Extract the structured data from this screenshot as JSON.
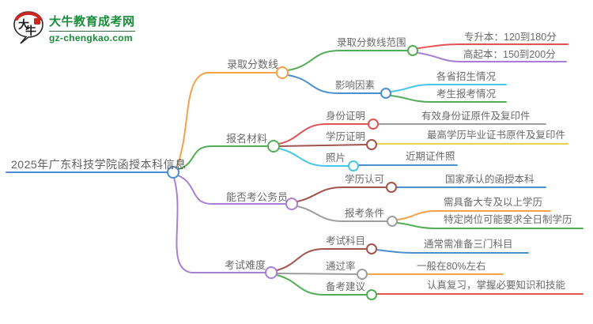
{
  "brand": {
    "name": "大牛教育成考网",
    "domain": "gz-chengkao.com",
    "logo_text": "大牛",
    "brand_color": "#1a8c3a",
    "logo_accent_red": "#c8281e"
  },
  "palette": {
    "blue": "#4b8fce",
    "orange": "#f7a14a",
    "green": "#53ad57",
    "red": "#e25454",
    "purple": "#a87fd4",
    "cyan": "#45c8e8",
    "brown": "#a3534e",
    "gray": "#9e9e9e",
    "yellow": "#e4d54a",
    "text_gray": "#6b6b6b"
  },
  "mindmap": {
    "root": {
      "label": "2025年广东科技学院函授本科信息"
    },
    "branches": [
      {
        "label": "录取分数线",
        "color": "orange",
        "children": [
          {
            "label": "录取分数线范围",
            "color": "green",
            "children": [
              {
                "label": "专升本：120到180分",
                "color": "red"
              },
              {
                "label": "高起本：150到200分",
                "color": "purple"
              }
            ]
          },
          {
            "label": "影响因素",
            "color": "blue",
            "children": [
              {
                "label": "各省招生情况",
                "color": "cyan"
              },
              {
                "label": "考生报考情况",
                "color": "green"
              }
            ]
          }
        ]
      },
      {
        "label": "报名材料",
        "color": "green",
        "children": [
          {
            "label": "身份证明",
            "color": "red",
            "children": [
              {
                "label": "有效身份证原件及复印件",
                "color": "gray"
              }
            ]
          },
          {
            "label": "学历证明",
            "color": "brown",
            "children": [
              {
                "label": "最高学历毕业证书原件及复印件",
                "color": "yellow"
              }
            ]
          },
          {
            "label": "照片",
            "color": "cyan",
            "children": [
              {
                "label": "近期证件照",
                "color": "blue"
              }
            ]
          }
        ]
      },
      {
        "label": "能否考公务员",
        "color": "purple",
        "children": [
          {
            "label": "学历认可",
            "color": "brown",
            "children": [
              {
                "label": "国家承认的函授本科",
                "color": "blue"
              }
            ]
          },
          {
            "label": "报考条件",
            "color": "gray",
            "children": [
              {
                "label": "需具备大专及以上学历",
                "color": "orange"
              },
              {
                "label": "特定岗位可能要求全日制学历",
                "color": "green"
              }
            ]
          }
        ]
      },
      {
        "label": "考试难度",
        "color": "purple",
        "children": [
          {
            "label": "考试科目",
            "color": "brown",
            "children": [
              {
                "label": "通常需准备三门科目",
                "color": "blue"
              }
            ]
          },
          {
            "label": "通过率",
            "color": "gray",
            "children": [
              {
                "label": "一般在80%左右",
                "color": "orange"
              }
            ]
          },
          {
            "label": "备考建议",
            "color": "green",
            "children": [
              {
                "label": "认真复习，掌握必要知识和技能",
                "color": "red"
              }
            ]
          }
        ]
      }
    ]
  }
}
